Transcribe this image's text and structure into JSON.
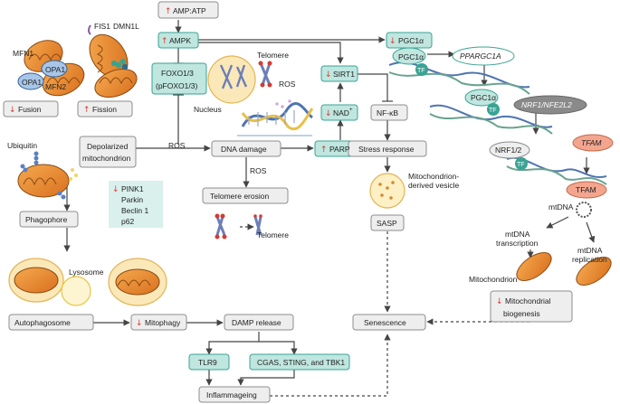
{
  "colors": {
    "teal_box": "#bfe6df",
    "teal_border": "#3aa394",
    "grey_box": "#eeeeee",
    "grey_border": "#8d8d8d",
    "salmon_box": "#f3a58e",
    "arrow_red": "#d43a2c",
    "mito_orange": "#e88a2e",
    "dna_blue": "#4f74b0"
  },
  "labels": {
    "amp_atp": "AMP:ATP",
    "ampk": "AMPK",
    "foxo1": "FOXO1/3",
    "foxo2": "(pFOXO1/3)",
    "pgc_head": "PGC1α",
    "pgc1": "PGC1α",
    "pgc2": "PGC1α",
    "ppargc": "PPARGC1A",
    "nrf_gene": "NRF1/NFE2L2",
    "nrf": "NRF1/2",
    "tfam_gene": "TFAM",
    "tfam": "TFAM",
    "tf1": "TF",
    "tf2": "TF",
    "tf3": "TF",
    "sirt1": "SIRT1",
    "nad": "NAD",
    "nad_sup": "+",
    "parp": "PARP",
    "nfkb": "NF-κB",
    "stress": "Stress response",
    "mdv1": "Mitochondrion-",
    "mdv2": "derived vesicle",
    "sasp": "SASP",
    "mfn1": "MFN1",
    "mfn2": "MFN2",
    "opa1a": "OPA1",
    "opa1b": "OPA1",
    "fis1": "FIS1",
    "dmn1l": "DMN1L",
    "fusion": "Fusion",
    "fission": "Fission",
    "nucleus": "Nucleus",
    "telomere1": "Telomere",
    "ros1": "ROS",
    "ros2": "ROS",
    "ros3": "ROS",
    "depol1": "Depolarized",
    "depol2": "mitochondrion",
    "dna_damage": "DNA damage",
    "telomere_erosion": "Telomere erosion",
    "telomere2": "Telomere",
    "ubiquitin": "Ubiquitin",
    "pink1": "PINK1",
    "parkin": "Parkin",
    "beclin": "Beclin 1",
    "p62": "p62",
    "phagophore": "Phagophore",
    "lysosome": "Lysosome",
    "autophagosome": "Autophagosome",
    "mitophagy": "Mitophagy",
    "damp": "DAMP release",
    "tlr9": "TLR9",
    "cgas": "CGAS, STING, and TBK1",
    "inflammageing": "Inflammageing",
    "senescence": "Senescence",
    "mtdna": "mtDNA",
    "mt_trans1": "mtDNA",
    "mt_trans2": "transcription",
    "mt_rep1": "mtDNA",
    "mt_rep2": "replication",
    "mitochondrion": "Mitochondrion",
    "biogen1": "Mitochondrial",
    "biogen2": "biogenesis",
    "up": "↑",
    "down": "↓"
  }
}
